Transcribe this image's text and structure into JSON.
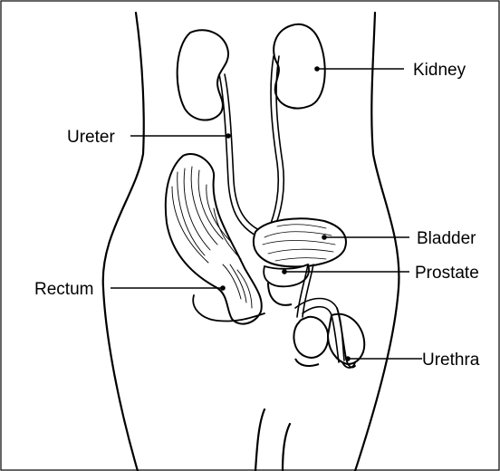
{
  "diagram": {
    "labels": {
      "kidney": "Kidney",
      "ureter": "Ureter",
      "bladder": "Bladder",
      "prostate": "Prostate",
      "rectum": "Rectum",
      "urethra": "Urethra"
    },
    "colors": {
      "background": "#ffffff",
      "line": "#000000"
    }
  }
}
